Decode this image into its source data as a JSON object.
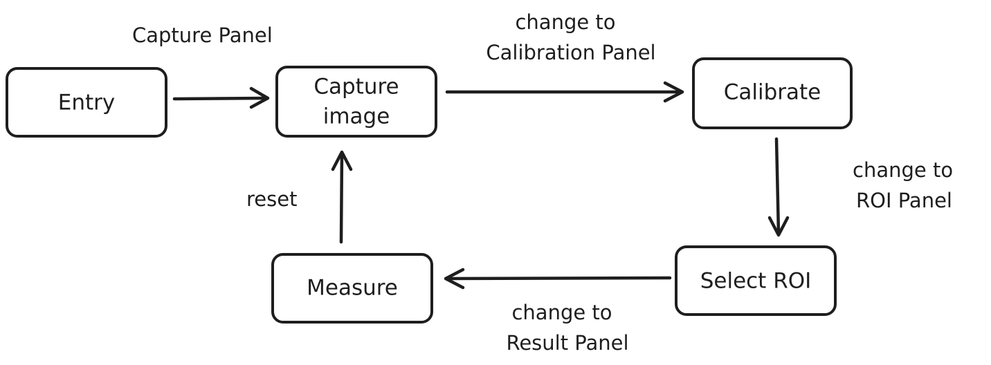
{
  "diagram": {
    "nodes": {
      "entry": {
        "label": "Entry"
      },
      "capture_image": {
        "label_line1": "Capture",
        "label_line2": "image"
      },
      "calibrate": {
        "label": "Calibrate"
      },
      "select_roi": {
        "label": "Select ROI"
      },
      "measure": {
        "label": "Measure"
      }
    },
    "labels": {
      "capture_panel": "Capture Panel",
      "to_calibration_line1": "change to",
      "to_calibration_line2": "Calibration Panel",
      "to_roi_line1": "change to",
      "to_roi_line2": "ROI Panel",
      "to_result_line1": "change to",
      "to_result_line2": "Result Panel",
      "reset": "reset"
    },
    "stroke_color": "#1e1e1e",
    "background_color": "#ffffff"
  }
}
